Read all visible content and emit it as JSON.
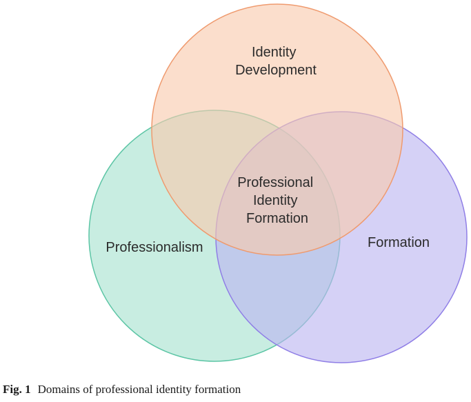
{
  "diagram": {
    "type": "venn",
    "sets": [
      {
        "id": "identity-development",
        "lines": [
          "Identity",
          "Development"
        ],
        "fill": "#f9c9ad",
        "stroke": "#ef9a6e"
      },
      {
        "id": "professionalism",
        "lines": [
          "Professionalism"
        ],
        "fill": "#a6e2cf",
        "stroke": "#5cc5a5"
      },
      {
        "id": "formation",
        "lines": [
          "Formation"
        ],
        "fill": "#bcb4f0",
        "stroke": "#8f7ee6"
      }
    ],
    "center": {
      "lines": [
        "Professional",
        "Identity",
        "Formation"
      ]
    }
  },
  "caption": {
    "number": "Fig. 1",
    "text": "Domains of professional identity formation"
  }
}
